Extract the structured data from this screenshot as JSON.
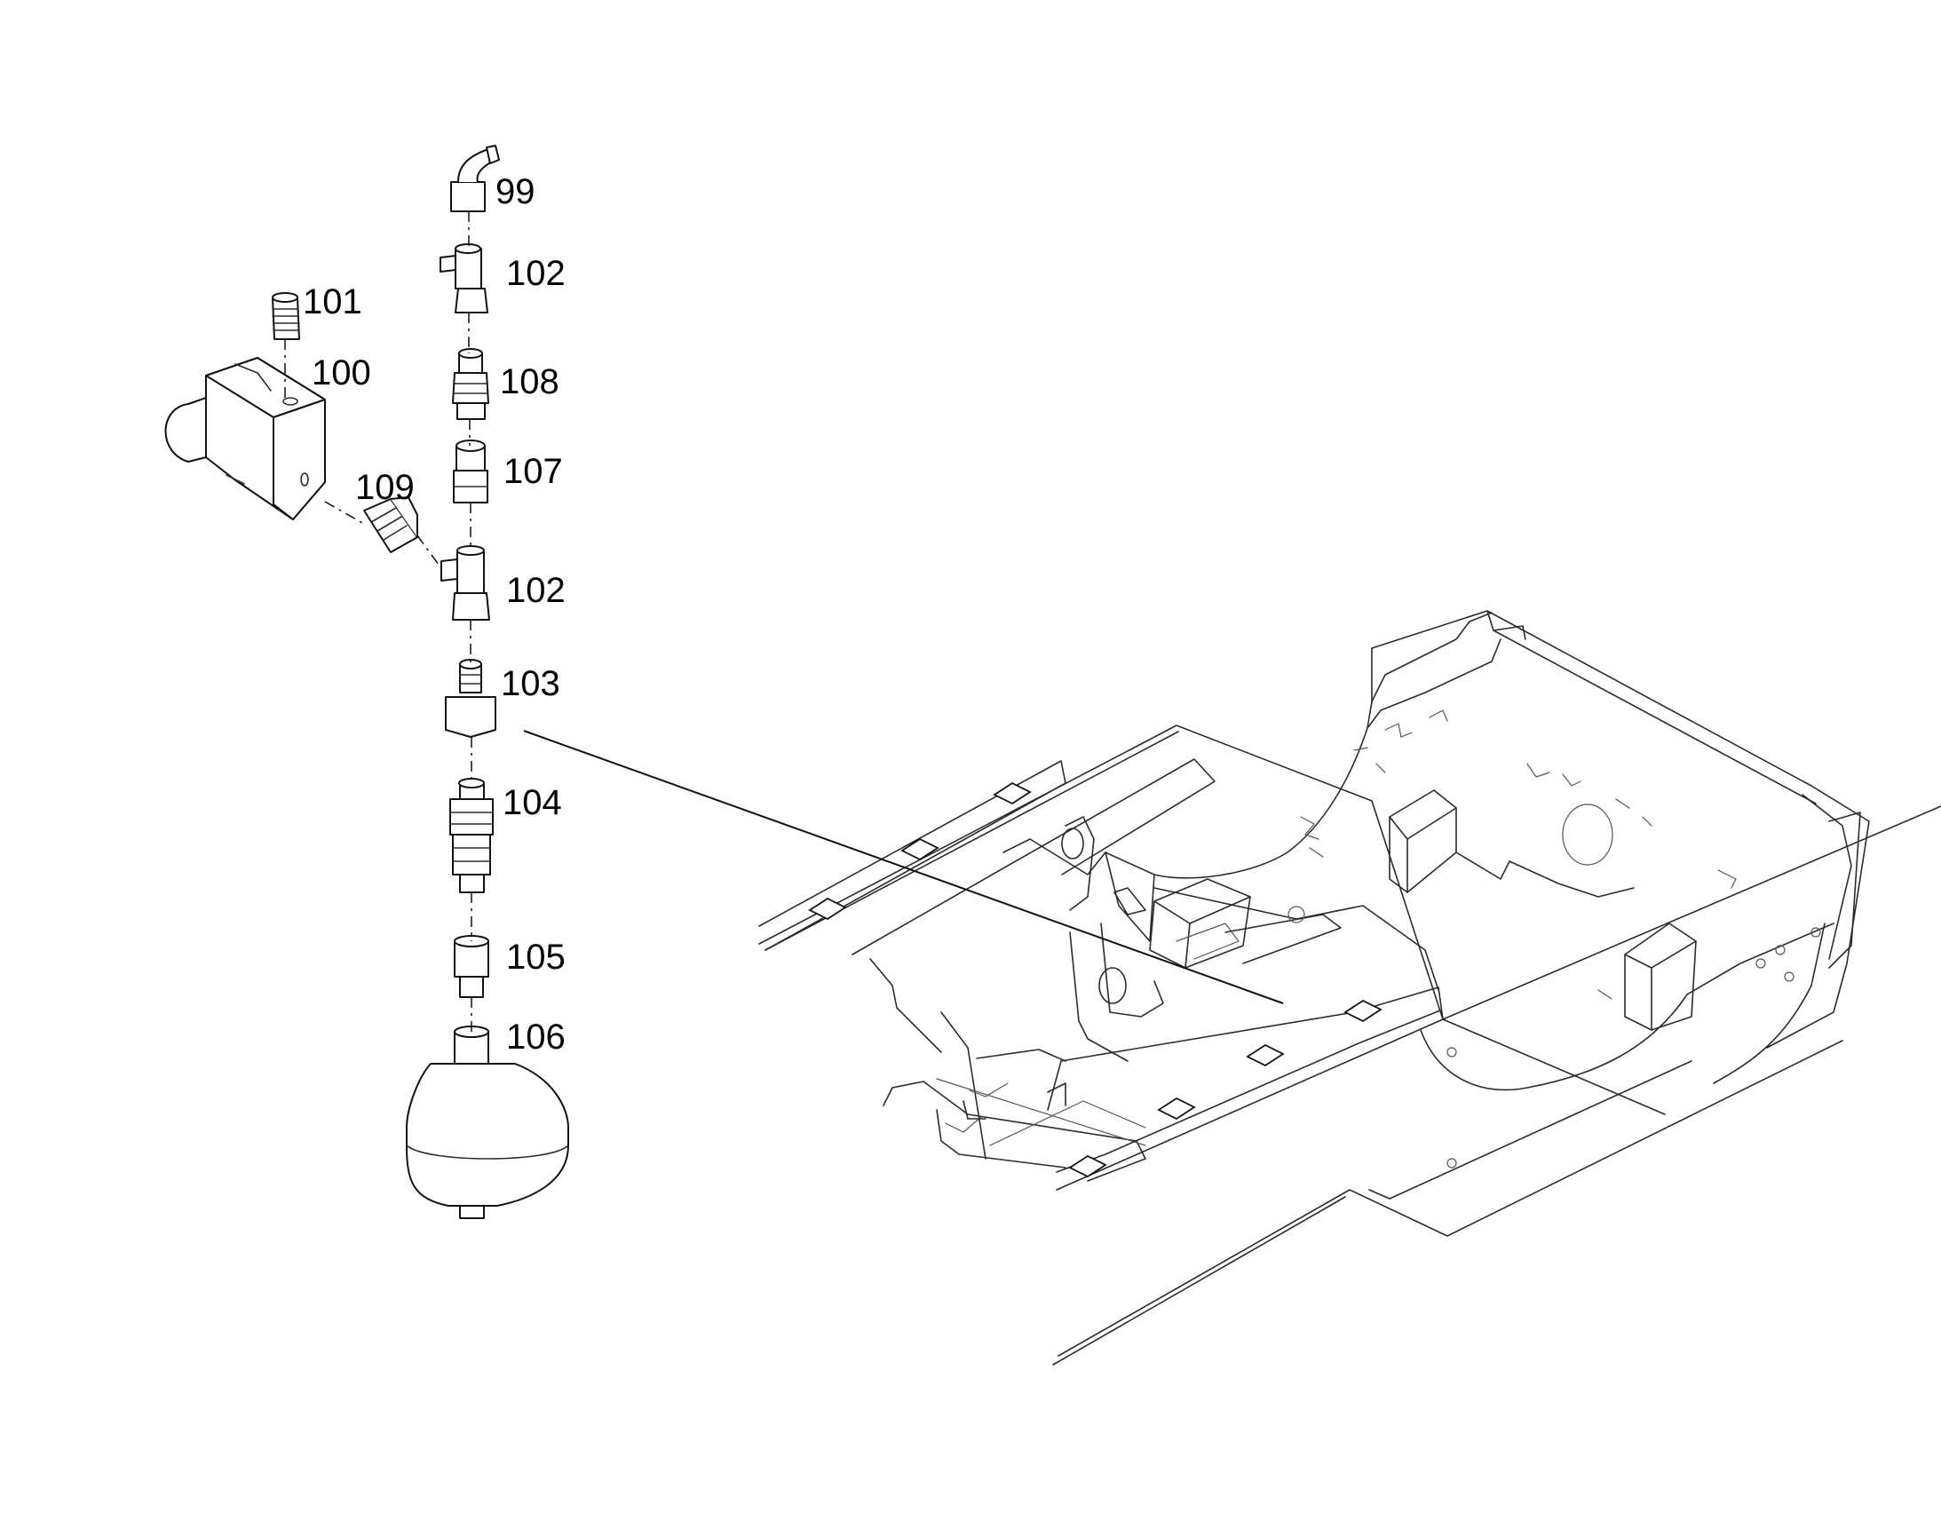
{
  "callouts": {
    "c99": "99",
    "c100": "100",
    "c101": "101",
    "c102a": "102",
    "c102b": "102",
    "c103": "103",
    "c104": "104",
    "c105": "105",
    "c106": "106",
    "c107": "107",
    "c108": "108",
    "c109": "109"
  }
}
